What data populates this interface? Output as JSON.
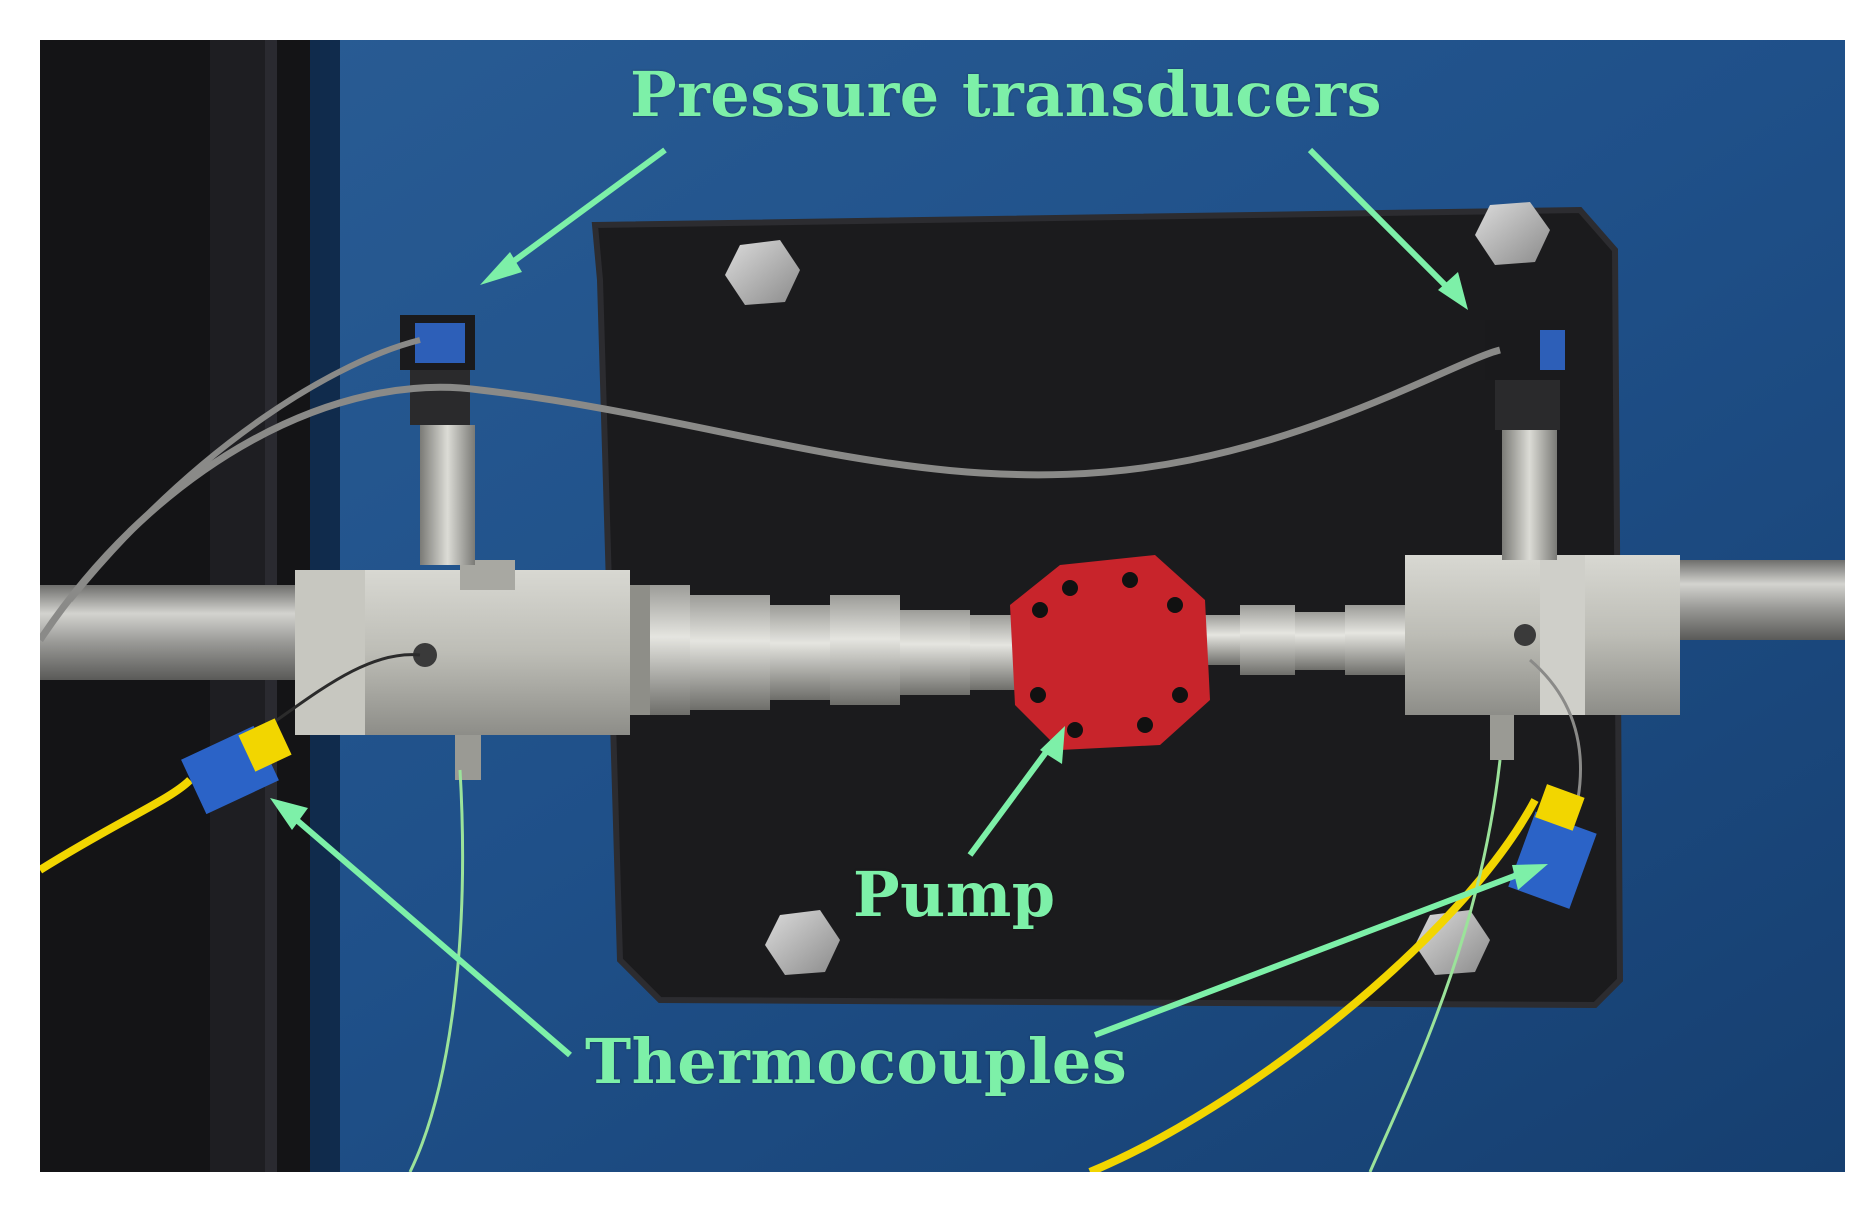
{
  "annotations": {
    "pressure_transducers": "Pressure transducers",
    "pump": "Pump",
    "thermocouples": "Thermocouples"
  },
  "colors": {
    "label": "#7df0a8",
    "panel_blue": "#1d4f86",
    "plate": "#1c1c1e",
    "pump_red": "#c8242b",
    "metal": "#b9b9b4",
    "cable_yellow": "#f2d600",
    "connector_blue": "#2b63c7"
  }
}
